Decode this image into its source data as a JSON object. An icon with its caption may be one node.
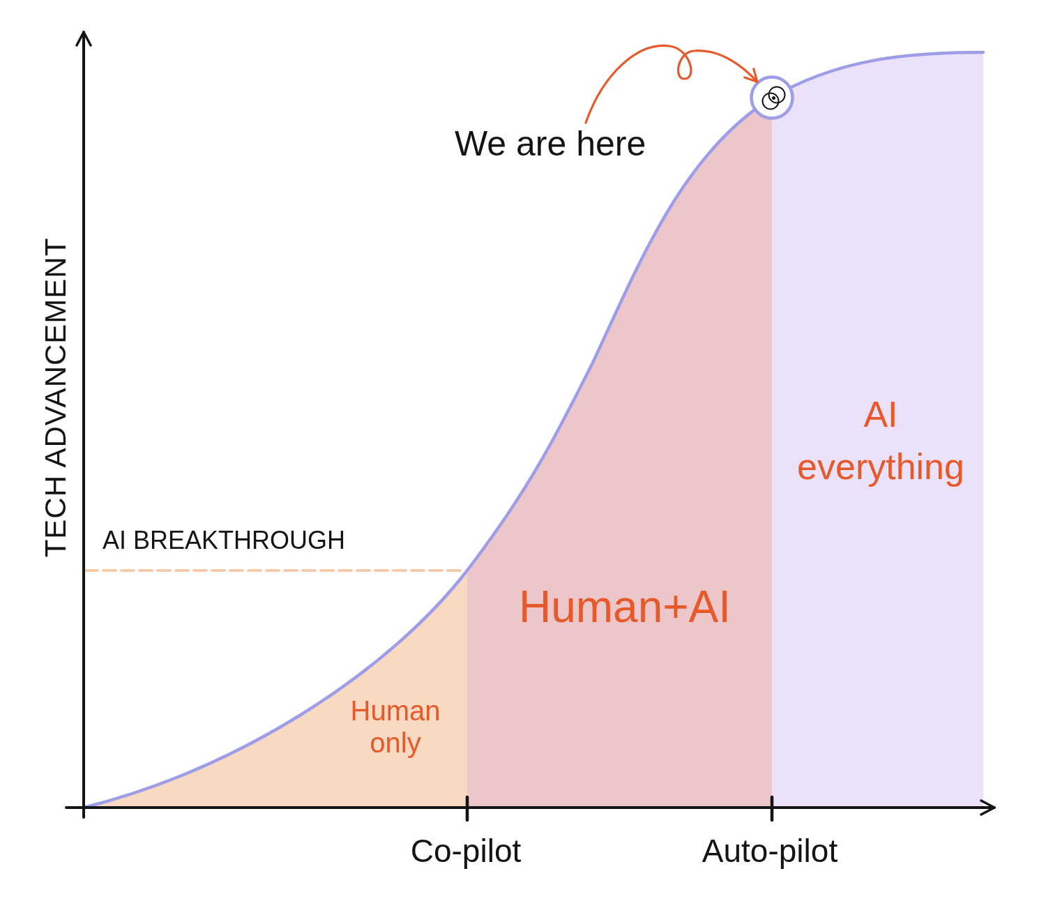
{
  "diagram": {
    "nodes": [
      {
        "text": [
          "We are here"
        ]
      },
      {
        "text": [],
        "shape": "circle"
      },
      {
        "text": [
          "Human only"
        ]
      },
      {
        "text": [
          "Human+AI"
        ]
      },
      {
        "text": [
          "AI everything"
        ]
      }
    ],
    "edges": [
      {
        "from": 0,
        "to": 1,
        "arrow": "to"
      }
    ],
    "labels": [
      "TECH ADVANCEMENT",
      "AI BREAKTHROUGH",
      "Co-pilot",
      "Auto-pilot"
    ]
  }
}
